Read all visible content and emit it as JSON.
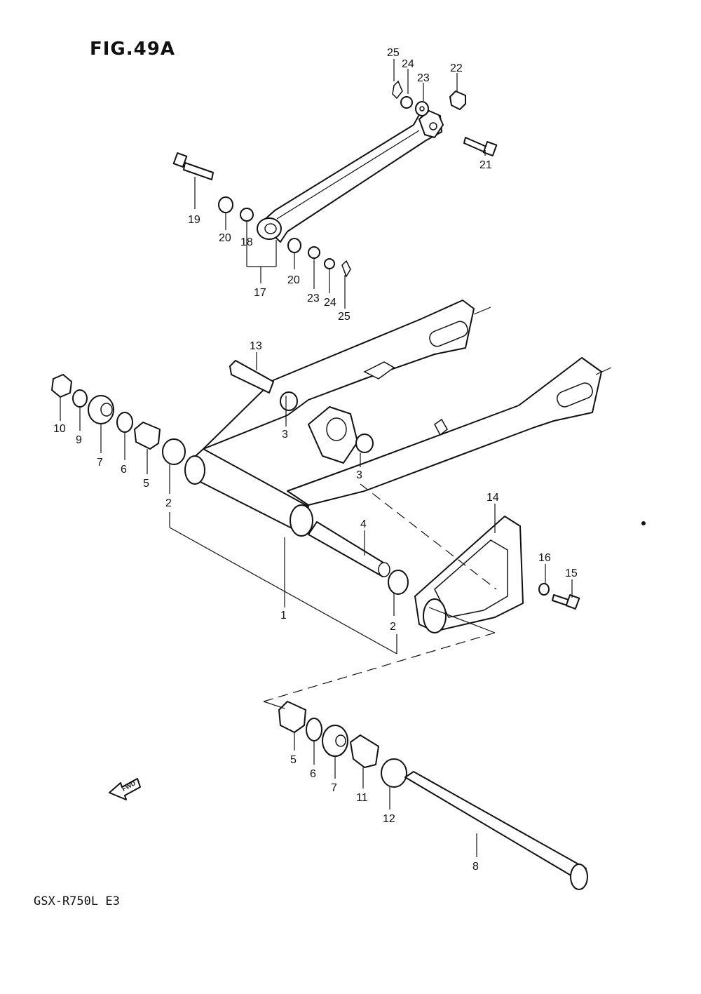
{
  "figure": {
    "title": "FIG.49A",
    "model_code": "GSX-R750L E3",
    "fwd_label": "FWD"
  },
  "callouts": [
    {
      "id": "c25a",
      "label": "25"
    },
    {
      "id": "c24a",
      "label": "24"
    },
    {
      "id": "c23a",
      "label": "23"
    },
    {
      "id": "c22",
      "label": "22"
    },
    {
      "id": "c21",
      "label": "21"
    },
    {
      "id": "c19",
      "label": "19"
    },
    {
      "id": "c20a",
      "label": "20"
    },
    {
      "id": "c18",
      "label": "18"
    },
    {
      "id": "c17",
      "label": "17"
    },
    {
      "id": "c20b",
      "label": "20"
    },
    {
      "id": "c23b",
      "label": "23"
    },
    {
      "id": "c24b",
      "label": "24"
    },
    {
      "id": "c25b",
      "label": "25"
    },
    {
      "id": "c13",
      "label": "13"
    },
    {
      "id": "c10",
      "label": "10"
    },
    {
      "id": "c9",
      "label": "9"
    },
    {
      "id": "c7a",
      "label": "7"
    },
    {
      "id": "c6a",
      "label": "6"
    },
    {
      "id": "c5a",
      "label": "5"
    },
    {
      "id": "c2a",
      "label": "2"
    },
    {
      "id": "c3a",
      "label": "3"
    },
    {
      "id": "c3b",
      "label": "3"
    },
    {
      "id": "c4",
      "label": "4"
    },
    {
      "id": "c1",
      "label": "1"
    },
    {
      "id": "c2b",
      "label": "2"
    },
    {
      "id": "c14",
      "label": "14"
    },
    {
      "id": "c16",
      "label": "16"
    },
    {
      "id": "c15",
      "label": "15"
    },
    {
      "id": "c5b",
      "label": "5"
    },
    {
      "id": "c6b",
      "label": "6"
    },
    {
      "id": "c7b",
      "label": "7"
    },
    {
      "id": "c11",
      "label": "11"
    },
    {
      "id": "c12",
      "label": "12"
    },
    {
      "id": "c8",
      "label": "8"
    }
  ]
}
